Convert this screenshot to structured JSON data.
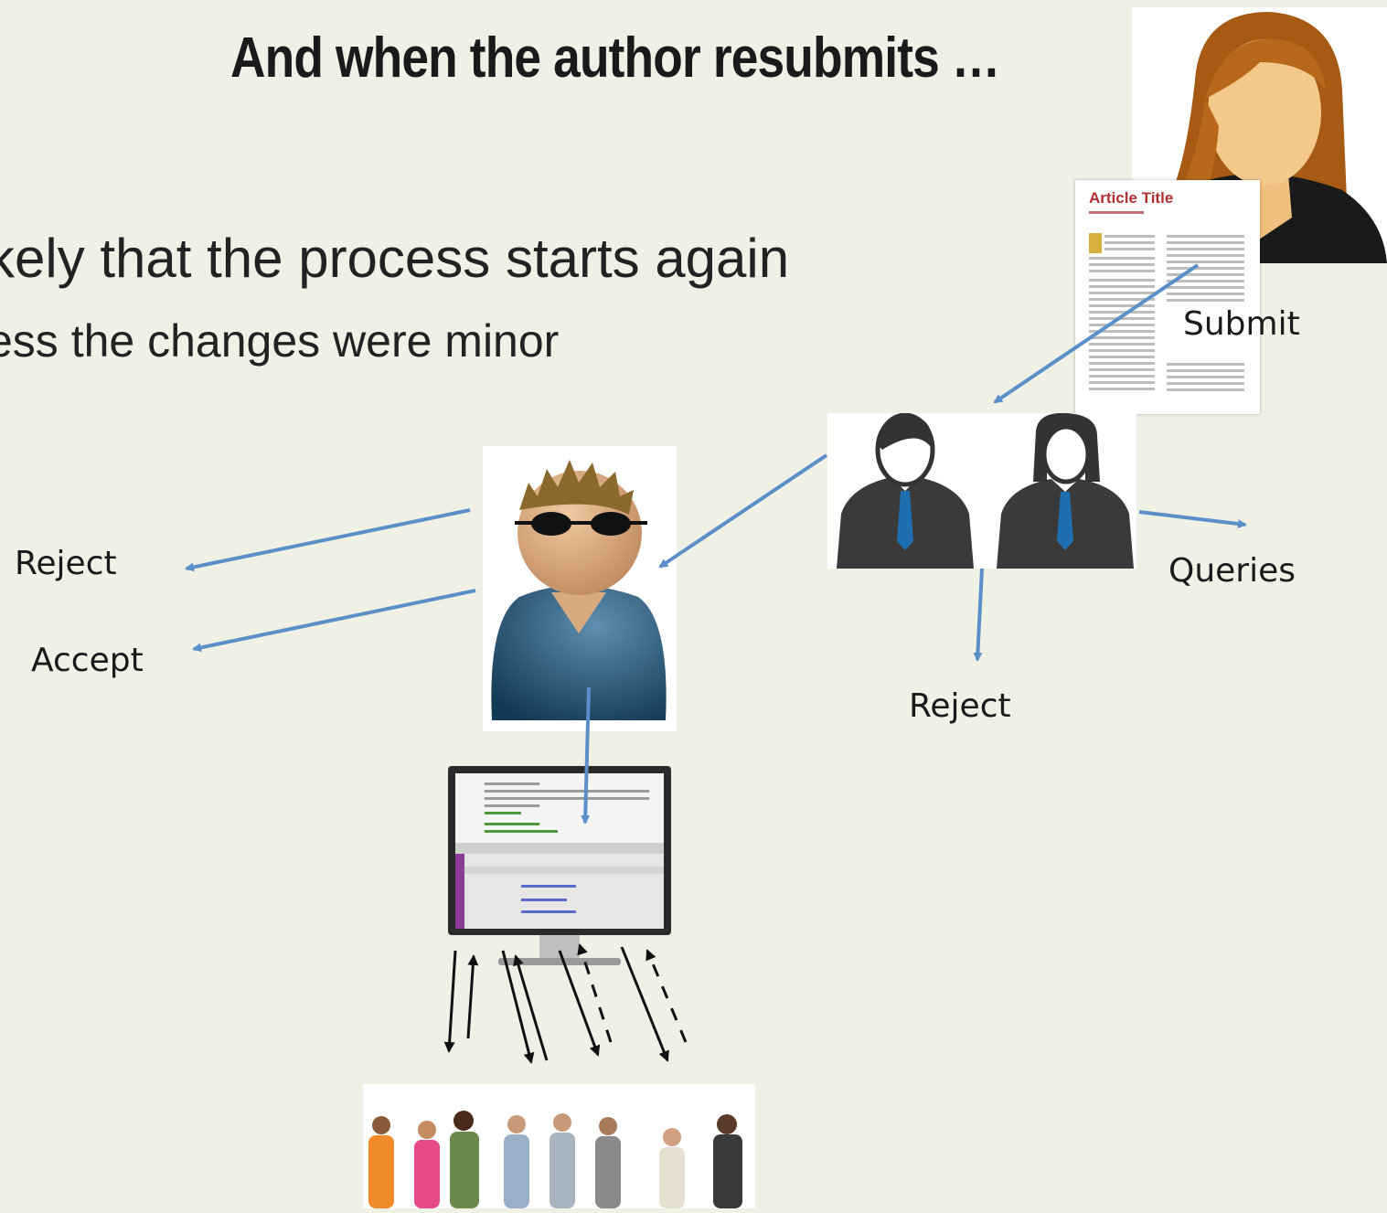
{
  "slide": {
    "title": "And when the author resubmits …",
    "bullet_main": "kely that the process starts again",
    "bullet_sub": "ess the changes were minor"
  },
  "labels": {
    "submit": "Submit",
    "reject_left": "Reject",
    "accept": "Accept",
    "queries": "Queries",
    "reject_editors": "Reject"
  },
  "article": {
    "title": "Article Title"
  },
  "colors": {
    "background": "#eef1e4",
    "arrow": "#5b8fc9",
    "article_title": "#b03030"
  },
  "icons": {
    "author": "woman-author-icon",
    "editors": "editors-pair-icon",
    "reviewer": "reviewer-sunglasses-icon",
    "monitor": "monitor-manuscript-system-icon",
    "crowd": "reviewer-crowd-icon"
  }
}
